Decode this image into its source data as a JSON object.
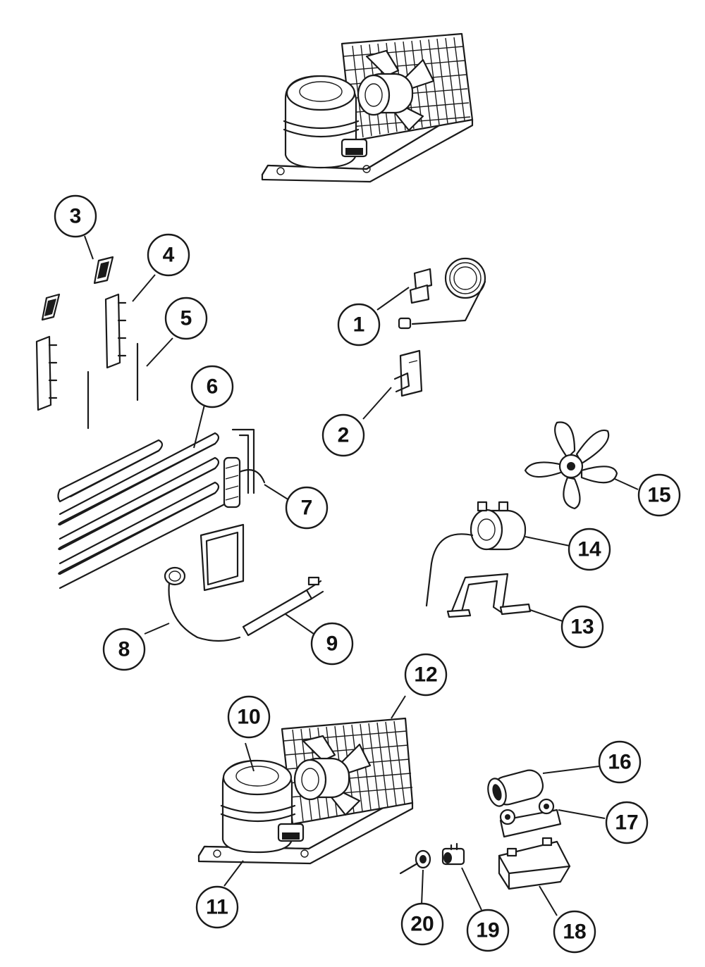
{
  "callouts": [
    {
      "id": "1",
      "label": "1"
    },
    {
      "id": "2",
      "label": "2"
    },
    {
      "id": "3",
      "label": "3"
    },
    {
      "id": "4",
      "label": "4"
    },
    {
      "id": "5",
      "label": "5"
    },
    {
      "id": "6",
      "label": "6"
    },
    {
      "id": "7",
      "label": "7"
    },
    {
      "id": "8",
      "label": "8"
    },
    {
      "id": "9",
      "label": "9"
    },
    {
      "id": "10",
      "label": "10"
    },
    {
      "id": "11",
      "label": "11"
    },
    {
      "id": "12",
      "label": "12"
    },
    {
      "id": "13",
      "label": "13"
    },
    {
      "id": "14",
      "label": "14"
    },
    {
      "id": "15",
      "label": "15"
    },
    {
      "id": "16",
      "label": "16"
    },
    {
      "id": "17",
      "label": "17"
    },
    {
      "id": "18",
      "label": "18"
    },
    {
      "id": "19",
      "label": "19"
    },
    {
      "id": "20",
      "label": "20"
    }
  ],
  "colors": {
    "line": "#1a1a1a",
    "background": "#ffffff"
  }
}
